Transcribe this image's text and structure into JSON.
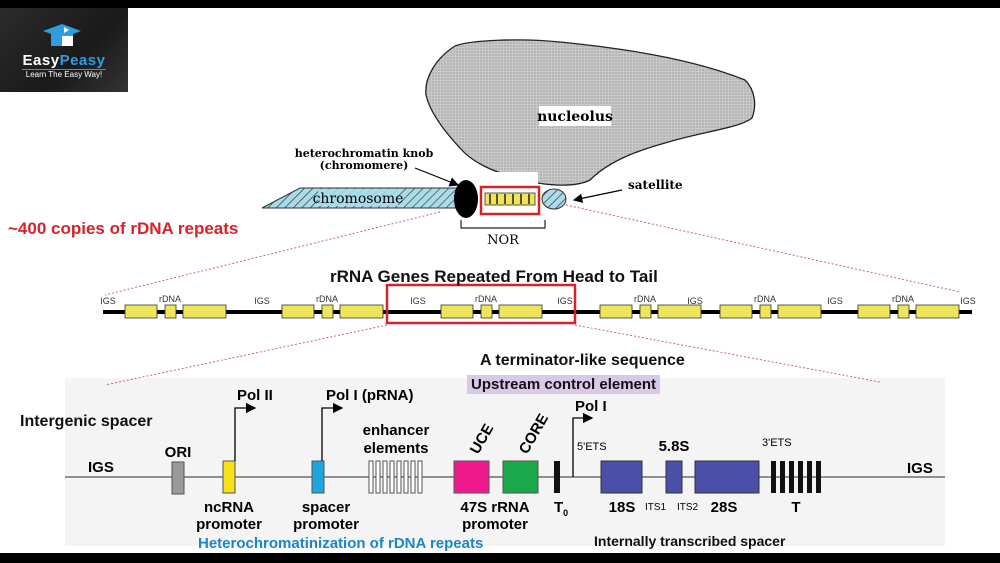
{
  "logo": {
    "brand_part1": "Easy",
    "brand_part2": "Peasy",
    "tagline": "Learn The Easy Way!"
  },
  "top_diagram": {
    "nucleolus": "nucleolus",
    "knob_line1": "heterochromatin knob",
    "knob_line2": "(chromomere)",
    "chromosome": "chromosome",
    "satellite": "satellite",
    "nor": "NOR"
  },
  "copies_label": "~400 copies of rDNA repeats",
  "repeats_title": "rRNA Genes Repeated From Head to Tail",
  "repeat_labels": {
    "igs": "IGS",
    "rdna": "rDNA"
  },
  "terminator_label": "A terminator-like sequence",
  "uce_label": "Upstream control element",
  "intergenic_label": "Intergenic spacer",
  "hetero_label": "Heterochromatinization of rDNA repeats",
  "its_label": "Internally transcribed spacer",
  "gene_map": {
    "igs_left": "IGS",
    "igs_right": "IGS",
    "ori": "ORI",
    "pol2": "Pol II",
    "pol1_prna": "Pol I (pRNA)",
    "pol1": "Pol I",
    "ncrna_1": "ncRNA",
    "ncrna_2": "promoter",
    "spacer_1": "spacer",
    "spacer_2": "promoter",
    "enh_1": "enhancer",
    "enh_2": "elements",
    "uce": "UCE",
    "core": "CORE",
    "p47_1": "47S rRNA",
    "p47_2": "promoter",
    "t0": "T",
    "t0_sub": "0",
    "ets5": "5'ETS",
    "s58": "5.8S",
    "ets3": "3'ETS",
    "s18": "18S",
    "its1": "ITS1",
    "its2": "ITS2",
    "s28": "28S",
    "t": "T"
  },
  "colors": {
    "ori": "#9a9a9a",
    "ncrna": "#f5e11a",
    "spacer": "#1ea5e0",
    "uce": "#ee1a8c",
    "core": "#1aa84a",
    "rrna": "#4a4fa8",
    "accent_red": "#d6232a",
    "gene_yellow": "#efe55a"
  }
}
